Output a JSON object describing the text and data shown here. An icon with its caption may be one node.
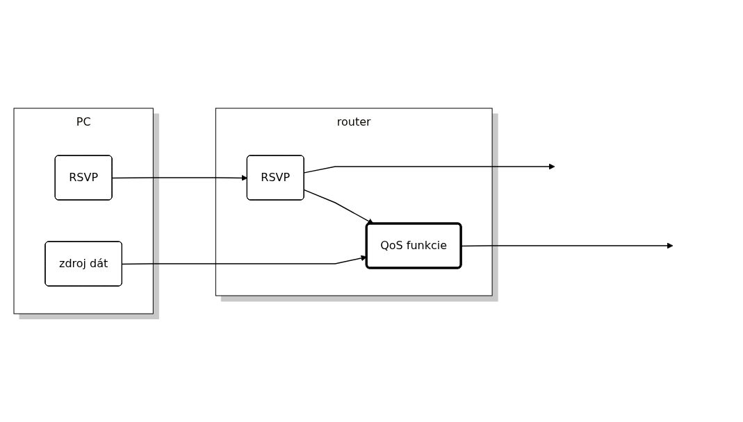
{
  "diagram": {
    "nodes": [
      {
        "text": [
          "PC"
        ]
      },
      {
        "text": [
          "RSVP"
        ],
        "in": 0
      },
      {
        "text": [
          "zdroj dát"
        ],
        "in": 0
      },
      {
        "text": [
          "router"
        ]
      },
      {
        "text": [
          "RSVP"
        ],
        "in": 3
      },
      {
        "text": [
          "QoS funkcie"
        ],
        "in": 3
      }
    ],
    "edges": [
      {
        "from": 1,
        "to": 4,
        "arrow": "to"
      },
      {
        "from": 4,
        "to": null,
        "arrow": "to"
      },
      {
        "from": 4,
        "to": 5,
        "arrow": "to"
      },
      {
        "from": 2,
        "to": 5,
        "arrow": "to"
      },
      {
        "from": 5,
        "to": null,
        "arrow": "to"
      }
    ]
  }
}
